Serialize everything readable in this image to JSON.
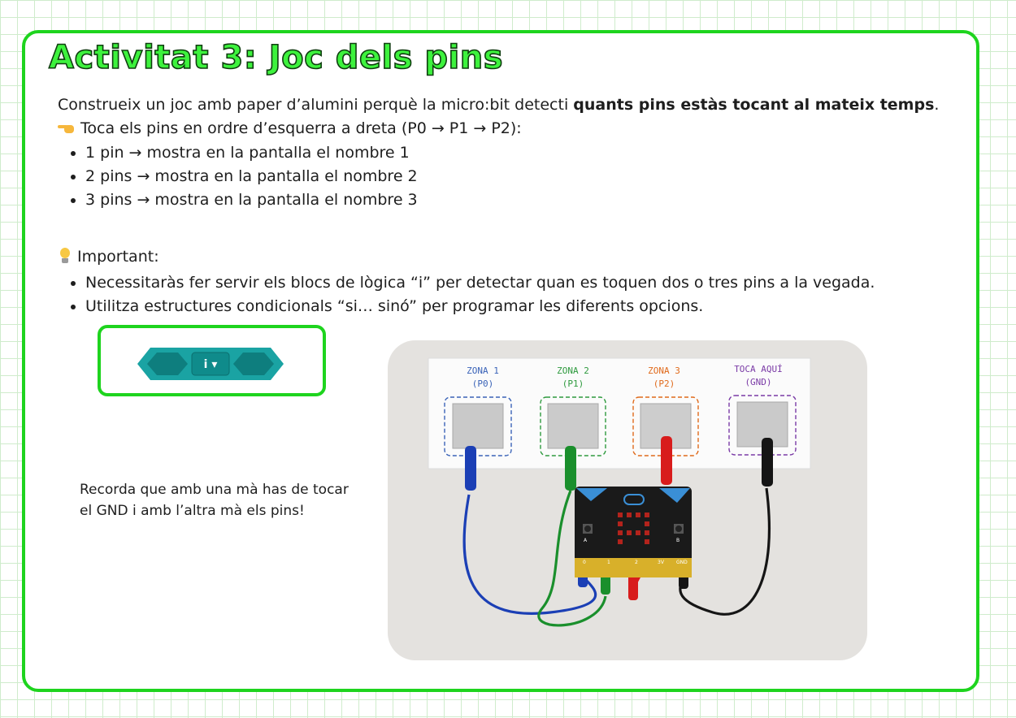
{
  "title": "Activitat 3: Joc dels pins",
  "intro": {
    "text": "Construeix un joc amb paper d’alumini perquè la micro:bit detecti ",
    "bold": "quants pins estàs tocant al mateix temps",
    "end": "."
  },
  "instruction": "Toca els pins en ordre d’esquerra a dreta (P0 → P1 → P2):",
  "rules": [
    "1 pin → mostra en la pantalla el nombre 1",
    "2 pins → mostra en la pantalla el nombre 2",
    "3 pins → mostra en la pantalla el nombre 3"
  ],
  "important": {
    "heading": "Important:",
    "items": [
      "Necessitaràs fer servir els blocs de lògica “i” per detectar quan es toquen dos o tres pins a la vegada.",
      "Utilitza estructures condicionals “si… sinó” per programar les diferents opcions."
    ]
  },
  "logic_block": {
    "label": "i ▾"
  },
  "note": [
    "Recorda que amb una mà has de tocar",
    "el GND i amb l’altra mà els pins!"
  ],
  "photo": {
    "zones": [
      {
        "line1": "ZONA 1",
        "line2": "(P0)",
        "color": "#3a63b8",
        "wire": "#1b3fb5"
      },
      {
        "line1": "ZONA 2",
        "line2": "(P1)",
        "color": "#2e9a3e",
        "wire": "#1a8f2c"
      },
      {
        "line1": "ZONA 3",
        "line2": "(P2)",
        "color": "#e06a1b",
        "wire": "#d81c1c"
      },
      {
        "line1": "TOCA AQUÍ",
        "line2": "(GND)",
        "color": "#7a3aa6",
        "wire": "#151515"
      }
    ],
    "board_labels": [
      "A",
      "B",
      "0",
      "1",
      "2",
      "3V",
      "GND"
    ]
  },
  "colors": {
    "accent": "#1ed41e",
    "title": "#3df23d",
    "grid": "#cfeccc",
    "block": "#1aa3a3"
  }
}
